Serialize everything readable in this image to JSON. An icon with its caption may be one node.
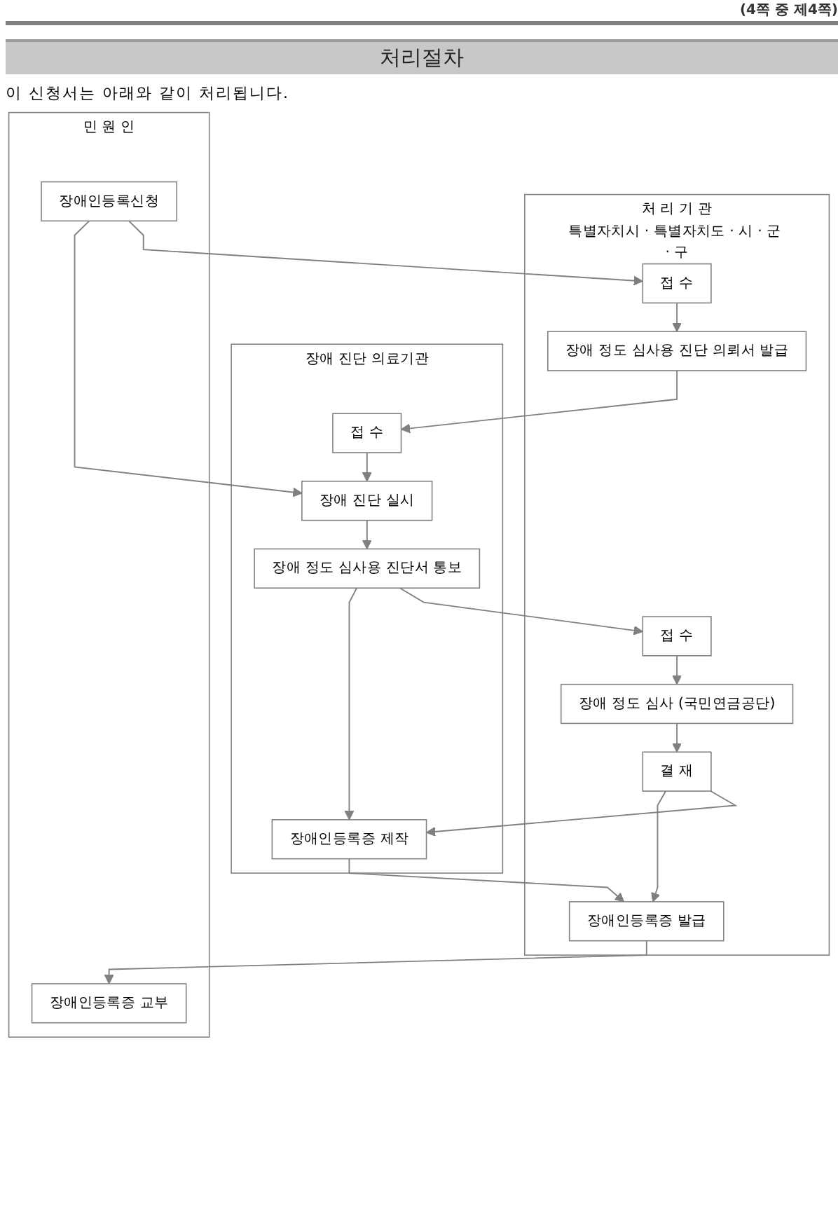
{
  "diagram": {
    "title": "처리절차",
    "nodes": [
      {
        "text": [
          "민 원 인"
        ]
      },
      {
        "text": [
          "장애 진단 의료기관"
        ]
      },
      {
        "text": [
          "처 리 기 관",
          "특별자치시 · 특별자치도 · 시 · 군 · 구"
        ]
      },
      {
        "text": [
          "장애인등록신청"
        ],
        "in": 0
      },
      {
        "text": [
          "접 수"
        ],
        "in": 2
      },
      {
        "text": [
          "접 수"
        ],
        "in": 1
      },
      {
        "text": [
          "장애 정도 심사용 진단 의뢰서 발급"
        ],
        "in": 2
      },
      {
        "text": [
          "장애 진단 실시"
        ],
        "in": 1
      },
      {
        "text": [
          "장애 정도 심사용 진단서 통보"
        ],
        "in": 1
      },
      {
        "text": [
          "접 수"
        ],
        "in": 2
      },
      {
        "text": [
          "장애 정도 심사 (국민연금공단)"
        ],
        "in": 2
      },
      {
        "text": [
          "장애인등록증 제작"
        ],
        "in": 1
      },
      {
        "text": [
          "결 재"
        ],
        "in": 2
      },
      {
        "text": [
          "장애인등록증 교부"
        ],
        "in": 0
      },
      {
        "text": [
          "장애인등록증 발급"
        ],
        "in": 2
      }
    ],
    "edges": [
      {
        "from": 3,
        "to": 4,
        "arrow": "to"
      },
      {
        "from": 4,
        "to": 6,
        "arrow": "to"
      },
      {
        "from": 6,
        "to": 5,
        "arrow": "to"
      },
      {
        "from": 3,
        "to": 7,
        "arrow": "to"
      },
      {
        "from": 5,
        "to": 7,
        "arrow": "to"
      },
      {
        "from": 7,
        "to": 8,
        "arrow": "to"
      },
      {
        "from": 8,
        "to": 9,
        "arrow": "to"
      },
      {
        "from": 8,
        "to": 11,
        "arrow": "to"
      },
      {
        "from": 9,
        "to": 10,
        "arrow": "to"
      },
      {
        "from": 10,
        "to": 12,
        "arrow": "to"
      },
      {
        "from": 12,
        "to": 11,
        "arrow": "to"
      },
      {
        "from": 12,
        "to": 14,
        "arrow": "to"
      },
      {
        "from": 11,
        "to": 14,
        "arrow": "to"
      },
      {
        "from": 14,
        "to": 13,
        "arrow": "to"
      }
    ],
    "labels": [
      "(4쪽 중 제4쪽)",
      "이 신청서는 아래와 같이 처리됩니다."
    ]
  }
}
